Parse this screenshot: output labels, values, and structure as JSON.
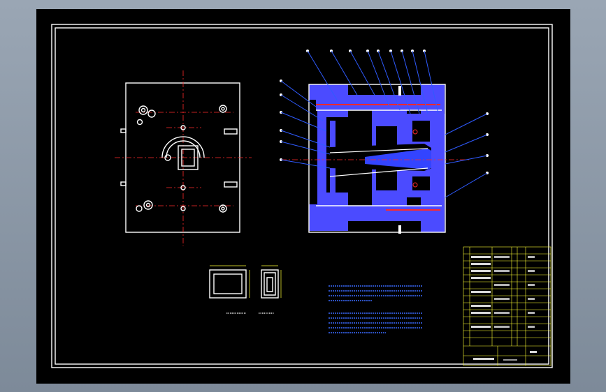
{
  "colors": {
    "frame_bg": "#8a97a6",
    "paper": "#000000",
    "outline": "#ffffff",
    "centerline": "#ff2a2a",
    "section_fill": "#4b4bff",
    "leader": "#2f5bff",
    "dimension": "#ffff33",
    "notes": "#3b6bff"
  },
  "views": [
    {
      "name": "plan-view",
      "description_visible": false
    },
    {
      "name": "section-view",
      "description_visible": false
    },
    {
      "name": "part-detail-views",
      "description_visible": false
    }
  ],
  "annotations": {
    "balloon_count": 19,
    "notes_blocks": 2,
    "title_block_rows": 16
  }
}
